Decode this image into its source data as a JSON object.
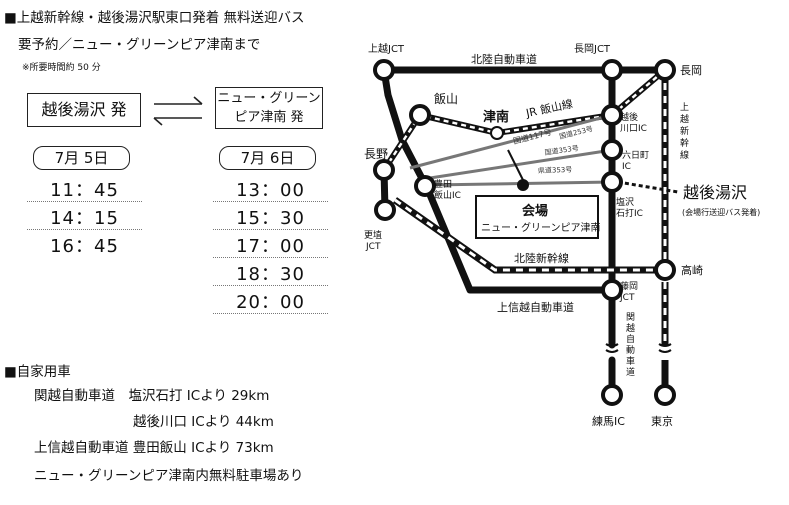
{
  "header": {
    "title": "■上越新幹線・越後湯沢駅東口発着 無料送迎バス",
    "subtitle": "要予約／ニュー・グリーンピア津南まで",
    "note": "※所要時間約 50 分"
  },
  "bus": {
    "from_station": "越後湯沢 発",
    "to_station_line1": "ニュー・グリーン",
    "to_station_line2": "ピア津南 発",
    "day1": {
      "date": "7月 5日",
      "times": [
        "11：45",
        "14：15",
        "16：45"
      ]
    },
    "day2": {
      "date": "7月 6日",
      "times": [
        "13：00",
        "15：30",
        "17：00",
        "18：30",
        "20：00"
      ]
    }
  },
  "car": {
    "title": "■自家用車",
    "route1": "関越自動車道　塩沢石打 ICより 29km",
    "route2": "越後川口 ICより 44km",
    "route3": "上信越自動車道 豊田飯山 ICより 73km",
    "parking": "ニュー・グリーンピア津南内無料駐車場あり"
  },
  "map": {
    "labels": {
      "joetsu_jct": "上越JCT",
      "hokuriku_exp": "北陸自動車道",
      "nagaoka_jct": "長岡JCT",
      "nagaoka": "長岡",
      "iiyama": "飯山",
      "tsunan": "津南",
      "jr_iiyama": "JR 飯山線",
      "echigo_kawaguchi": "越後\n川口IC",
      "route117": "国道117号",
      "route253": "国道253号",
      "route353": "県道353号",
      "route334": "国道353号",
      "tokamachi": "六日町\nIC",
      "nagano": "長野",
      "toyota_iiyama": "豊田\n飯山IC",
      "venue": "会場",
      "venue_name": "ニュー・グリーンピア津南",
      "shiozawa": "塩沢\n石打IC",
      "echigo_yuzawa": "越後湯沢",
      "yuzawa_note": "(会場行送迎バス発着)",
      "joetsu_shinkansen": "上越新幹線",
      "koshoku_jct": "更埴\nJCT",
      "hokuriku_shinkansen": "北陸新幹線",
      "takasaki": "高崎",
      "fujioka_jct": "藤岡\nJCT",
      "joshinetsu_exp": "上信越自動車道",
      "kanetsu_exp": "関越自動車道",
      "nerima": "練馬IC",
      "tokyo": "東京"
    }
  }
}
